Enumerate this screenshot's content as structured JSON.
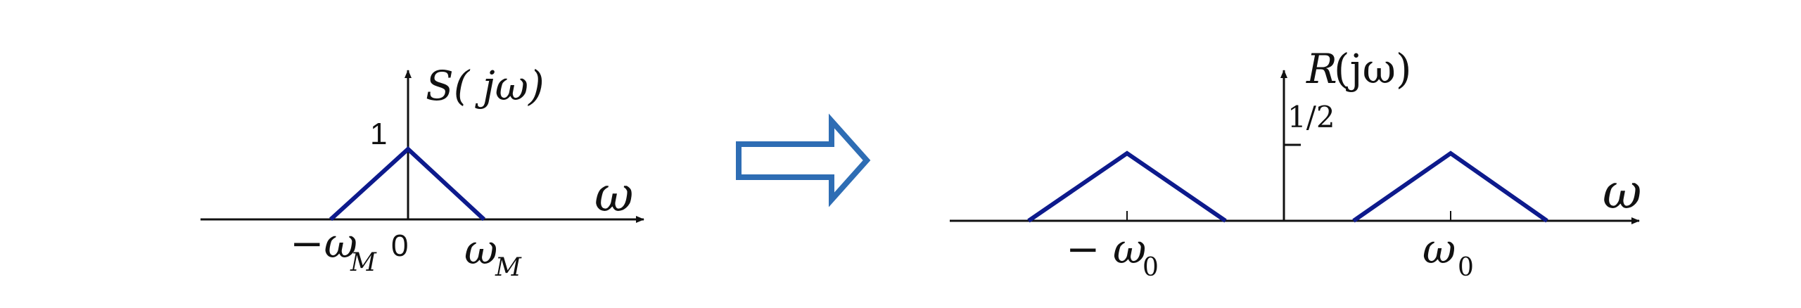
{
  "left_plot": {
    "function_label": "S( jω)",
    "peak_label": "1",
    "tick_neg_wm": "−ω",
    "tick_neg_wm_sub": "M",
    "tick_zero": "0",
    "tick_pos_wm": "ω",
    "tick_pos_wm_sub": "M",
    "axis_symbol": "ω"
  },
  "right_plot": {
    "function_label_R": "R",
    "function_label_rest": "(jω)",
    "height_label": "1/2",
    "tick_neg_w0": "− ω",
    "tick_neg_w0_sub": "0",
    "tick_pos_w0": "ω",
    "tick_pos_w0_sub": "0",
    "axis_symbol": "ω"
  },
  "colors": {
    "triangle": "#0d1a8c",
    "arrow": "#2e6db4",
    "axis": "#111111"
  }
}
